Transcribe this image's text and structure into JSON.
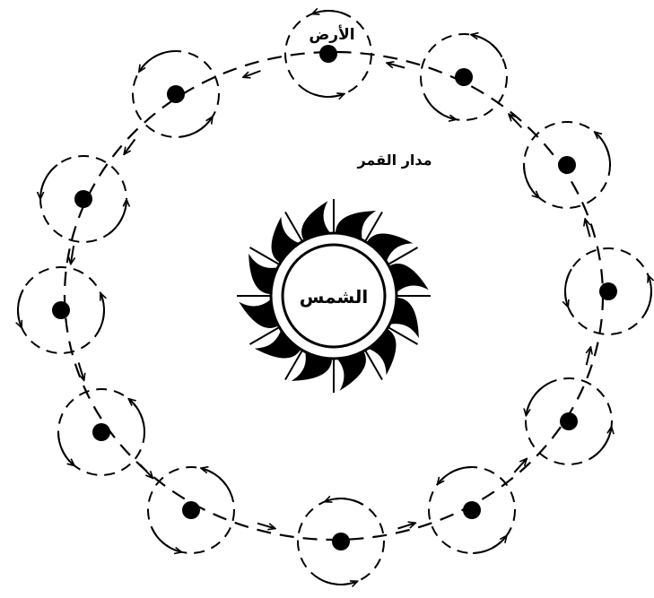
{
  "labels": {
    "sun": "الشمس",
    "earth": "الأرض",
    "moon_orbit": "مدار القمر"
  },
  "colors": {
    "ink": "#000000",
    "background": "#ffffff"
  },
  "icons": {
    "sun": "sun-icon",
    "earth": "earth-dot",
    "arrow": "arrowhead"
  }
}
